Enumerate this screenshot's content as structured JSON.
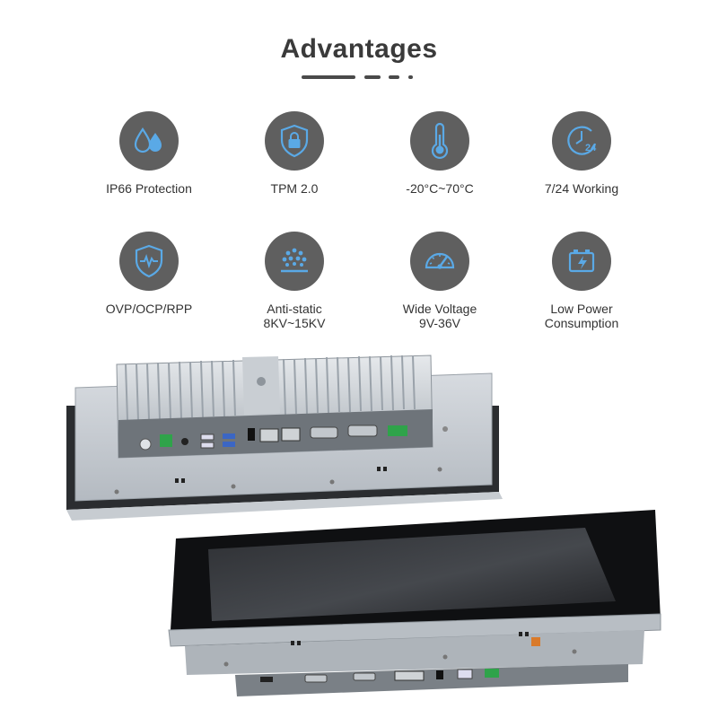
{
  "header": {
    "title": "Advantages"
  },
  "colors": {
    "icon_bg": "#5f5f5f",
    "icon_accent": "#5aa9e6",
    "title": "#3a3a3a"
  },
  "features": [
    {
      "label": "IP66 Protection",
      "icon": "water-drops-icon"
    },
    {
      "label": "TPM 2.0",
      "icon": "shield-lock-icon"
    },
    {
      "label": "-20°C~70°C",
      "icon": "thermometer-icon"
    },
    {
      "label": "7/24 Working",
      "icon": "clock-24-icon"
    },
    {
      "label": "OVP/OCP/RPP",
      "icon": "shield-wave-icon"
    },
    {
      "label": "Anti-static\n8KV~15KV",
      "icon": "static-dots-icon"
    },
    {
      "label": "Wide Voltage\n9V-36V",
      "icon": "gauge-icon"
    },
    {
      "label": "Low Power\nConsumption",
      "icon": "battery-icon"
    }
  ]
}
